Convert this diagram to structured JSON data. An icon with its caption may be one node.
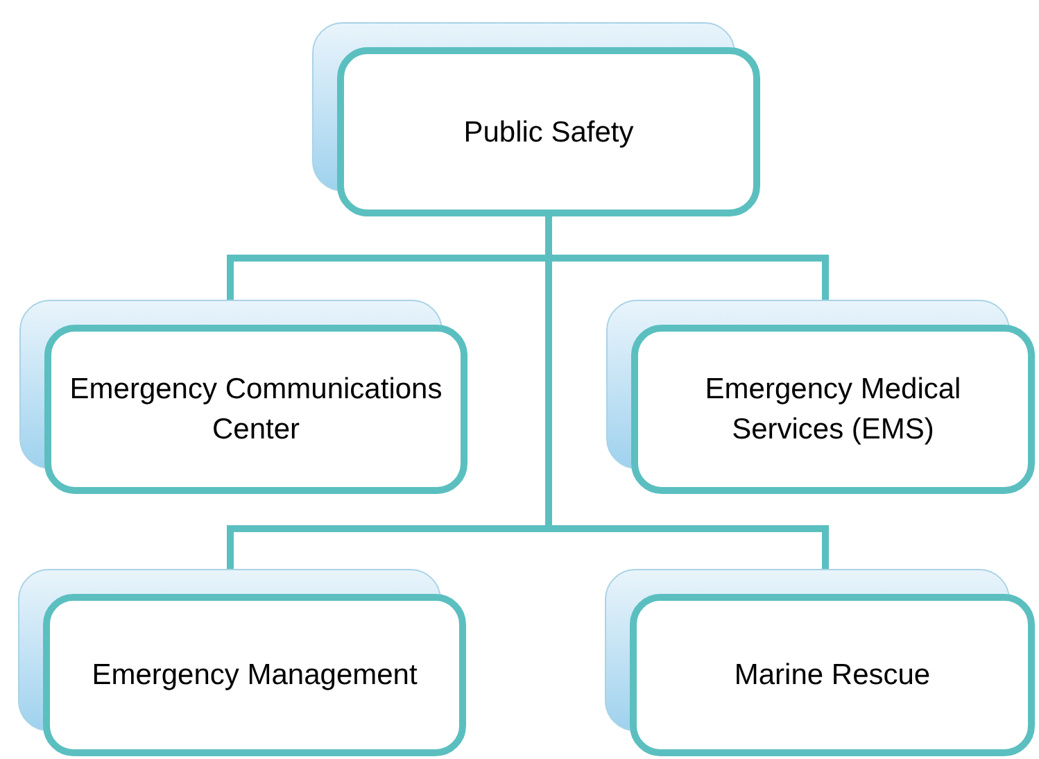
{
  "diagram": {
    "nodes": [
      {
        "text": [
          "Public Safety"
        ]
      },
      {
        "text": [
          "Emergency Communications Center"
        ]
      },
      {
        "text": [
          "Emergency Medical Services (EMS)"
        ]
      },
      {
        "text": [
          "Emergency Management"
        ]
      },
      {
        "text": [
          "Marine Rescue"
        ]
      }
    ],
    "edges": [
      {
        "from": 0,
        "to": 1,
        "arrow": "none"
      },
      {
        "from": 0,
        "to": 2,
        "arrow": "none"
      },
      {
        "from": 0,
        "to": 3,
        "arrow": "none"
      },
      {
        "from": 0,
        "to": 4,
        "arrow": "none"
      }
    ]
  }
}
